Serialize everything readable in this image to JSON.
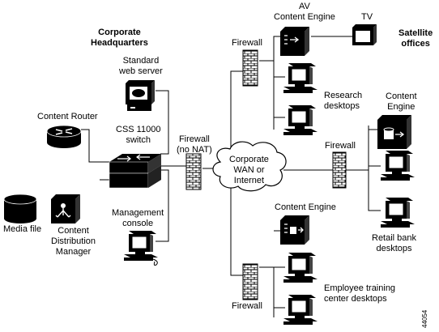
{
  "regions": {
    "headquarters": "Corporate\nHeadquarters",
    "satellite": "Satellite\noffices"
  },
  "labels": {
    "web_server": "Standard\nweb server",
    "content_router": "Content Router",
    "css_switch": "CSS 11000\nswitch",
    "media_file": "Media file",
    "cdm": "Content\nDistribution\nManager",
    "mgmt_console": "Management\nconsole",
    "firewall_nonat": "Firewall\n(no NAT)",
    "wan": "Corporate\nWAN or\nInternet",
    "firewall_top": "Firewall",
    "av_engine": "AV\nContent Engine",
    "tv": "TV",
    "research": "Research\ndesktops",
    "content_engine_right": "Content\nEngine",
    "firewall_right": "Firewall",
    "retail": "Retail bank\ndesktops",
    "content_engine_bottom": "Content Engine",
    "training": "Employee training\ncenter desktops",
    "firewall_bottom": "Firewall"
  },
  "figure_id": "44054"
}
